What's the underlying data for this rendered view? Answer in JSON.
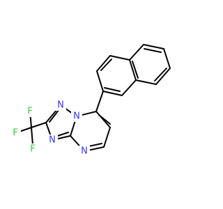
{
  "molecule": {
    "colors": {
      "bond": "#000000",
      "nitrogen": "#3333ff",
      "fluorine": "#33cc33"
    },
    "atoms": {
      "n1": "N",
      "n2": "N",
      "n3": "N",
      "n4": "N",
      "f1": "F",
      "f2": "F",
      "f3": "F"
    }
  }
}
